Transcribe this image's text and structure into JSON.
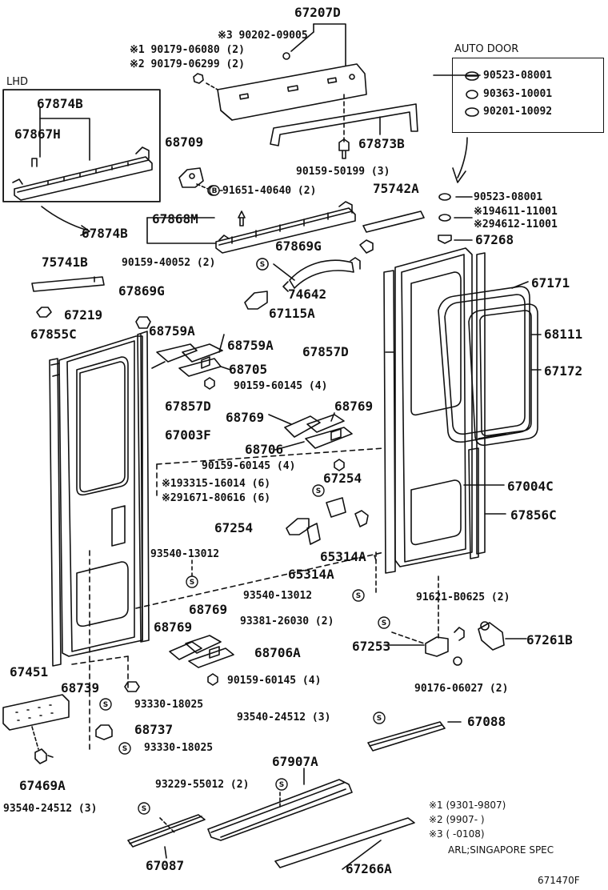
{
  "colors": {
    "ink": "#111111",
    "paper": "#ffffff"
  },
  "headings": {
    "lhd": "LHD",
    "auto_door": "AUTO DOOR"
  },
  "parts": {
    "p67207D": "67207D",
    "p90202": "※3 90202-09005",
    "p90179a": "※1 90179-06080 (2)",
    "p90179b": "※2 90179-06299 (2)",
    "p67874B_box": "67874B",
    "p67867H": "67867H",
    "p67874B": "67874B",
    "p68709": "68709",
    "p67873B": "67873B",
    "p90159_50199": "90159-50199 (3)",
    "p91651": "91651-40640 (2)",
    "p75742A": "75742A",
    "p67868M": "67868M",
    "p67869G_a": "67869G",
    "p75741B": "75741B",
    "p90159_40052": "90159-40052 (2)",
    "p74642": "74642",
    "p67869G_b": "67869G",
    "p67115A": "67115A",
    "p67219": "67219",
    "p67855C": "67855C",
    "p68759A_a": "68759A",
    "p68759A_b": "68759A",
    "p68705": "68705",
    "p90159_60145_a": "90159-60145 (4)",
    "p67857D_right": "67857D",
    "p67857D_left": "67857D",
    "p68769_a": "68769",
    "p68769_b": "68769",
    "p67003F": "67003F",
    "p68706": "68706",
    "p90159_60145_b": "90159-60145 (4)",
    "p93315": "※193315-16014 (6)",
    "p91671": "※291671-80616 (6)",
    "p67254_a": "67254",
    "p67254_b": "67254",
    "p65314A_a": "65314A",
    "p65314A_b": "65314A",
    "p93540_13012_a": "93540-13012",
    "p93540_13012_b": "93540-13012",
    "p68769_c": "68769",
    "p68769_d": "68769",
    "p68706A": "68706A",
    "p90159_60145_c": "90159-60145 (4)",
    "p93381": "93381-26030 (2)",
    "p67253": "67253",
    "p91621": "91621-B0625 (2)",
    "p67261B": "67261B",
    "p90176": "90176-06027 (2)",
    "p67451": "67451",
    "p68739": "68739",
    "p93330_a": "93330-18025",
    "p68737": "68737",
    "p93330_b": "93330-18025",
    "p93540_24512_a": "93540-24512 (3)",
    "p67088": "67088",
    "p67469A": "67469A",
    "p67907A": "67907A",
    "p93229": "93229-55012 (2)",
    "p93540_24512_b": "93540-24512 (3)",
    "p67087": "67087",
    "p67266A": "67266A",
    "p90523_a": "90523-08001",
    "p90363": "90363-10001",
    "p90201": "90201-10092",
    "p90523_b": "90523-08001",
    "p94611": "※194611-11001",
    "p94612": "※294612-11001",
    "p67268": "67268",
    "p67171": "67171",
    "p68111": "68111",
    "p67172": "67172",
    "p67004C": "67004C",
    "p67856C": "67856C"
  },
  "footnotes": {
    "n1": "※1 (9301-9807)",
    "n2": "※2 (9907-        )",
    "n3": "※3 (        -0108)",
    "spec": "ARL;SINGAPORE SPEC"
  },
  "drawing_code": "671470F"
}
